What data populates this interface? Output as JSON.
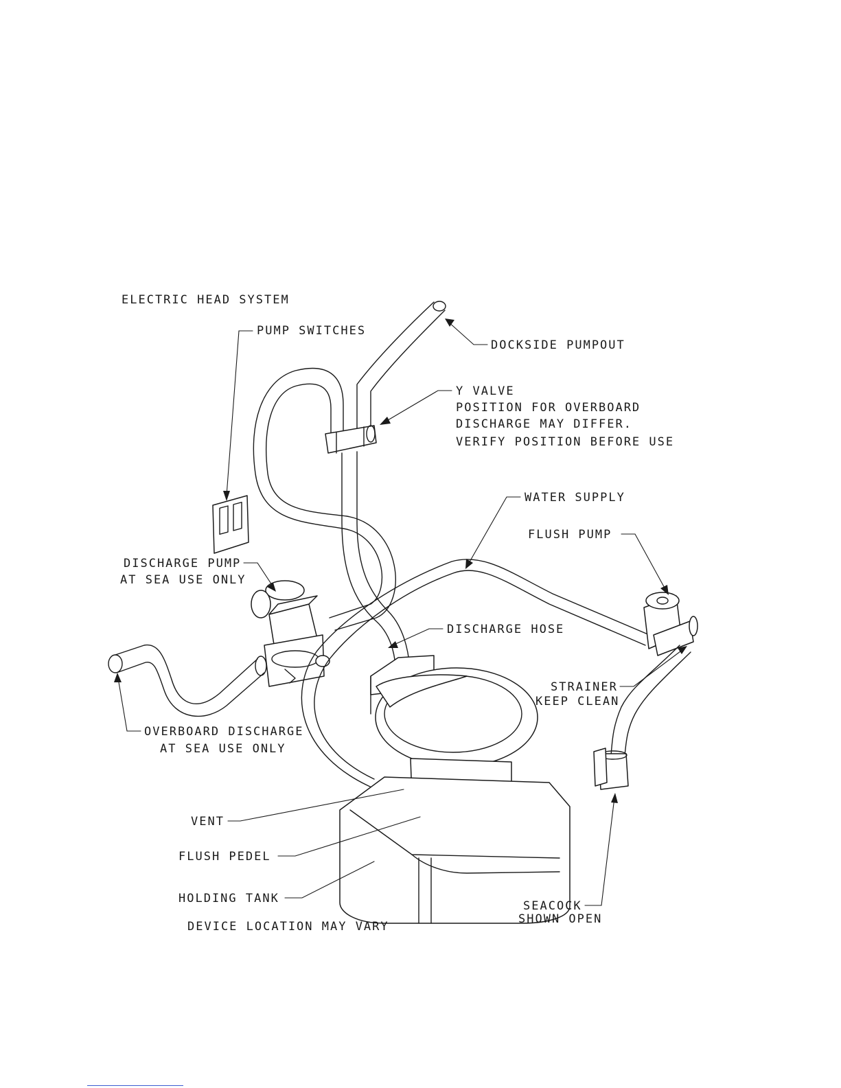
{
  "diagram": {
    "title": "ELECTRIC HEAD SYSTEM",
    "labels": {
      "pump_switches": "PUMP SWITCHES",
      "dockside_pumpout": "DOCKSIDE PUMPOUT",
      "y_valve_1": "Y VALVE",
      "y_valve_2": "POSITION FOR OVERBOARD",
      "y_valve_3": "DISCHARGE MAY DIFFER.",
      "y_valve_4": "VERIFY POSITION BEFORE USE",
      "water_supply": "WATER SUPPLY",
      "flush_pump": "FLUSH PUMP",
      "discharge_pump_1": "DISCHARGE PUMP",
      "discharge_pump_2": "AT SEA USE ONLY",
      "discharge_hose": "DISCHARGE HOSE",
      "strainer_1": "STRAINER",
      "strainer_2": "KEEP CLEAN",
      "overboard_1": "OVERBOARD DISCHARGE",
      "overboard_2": "AT SEA USE ONLY",
      "vent": "VENT",
      "flush_pedel": "FLUSH PEDEL",
      "holding_tank": "HOLDING TANK",
      "device_location": "DEVICE LOCATION MAY VARY",
      "seacock_1": "SEACOCK",
      "seacock_2": "SHOWN OPEN"
    }
  }
}
